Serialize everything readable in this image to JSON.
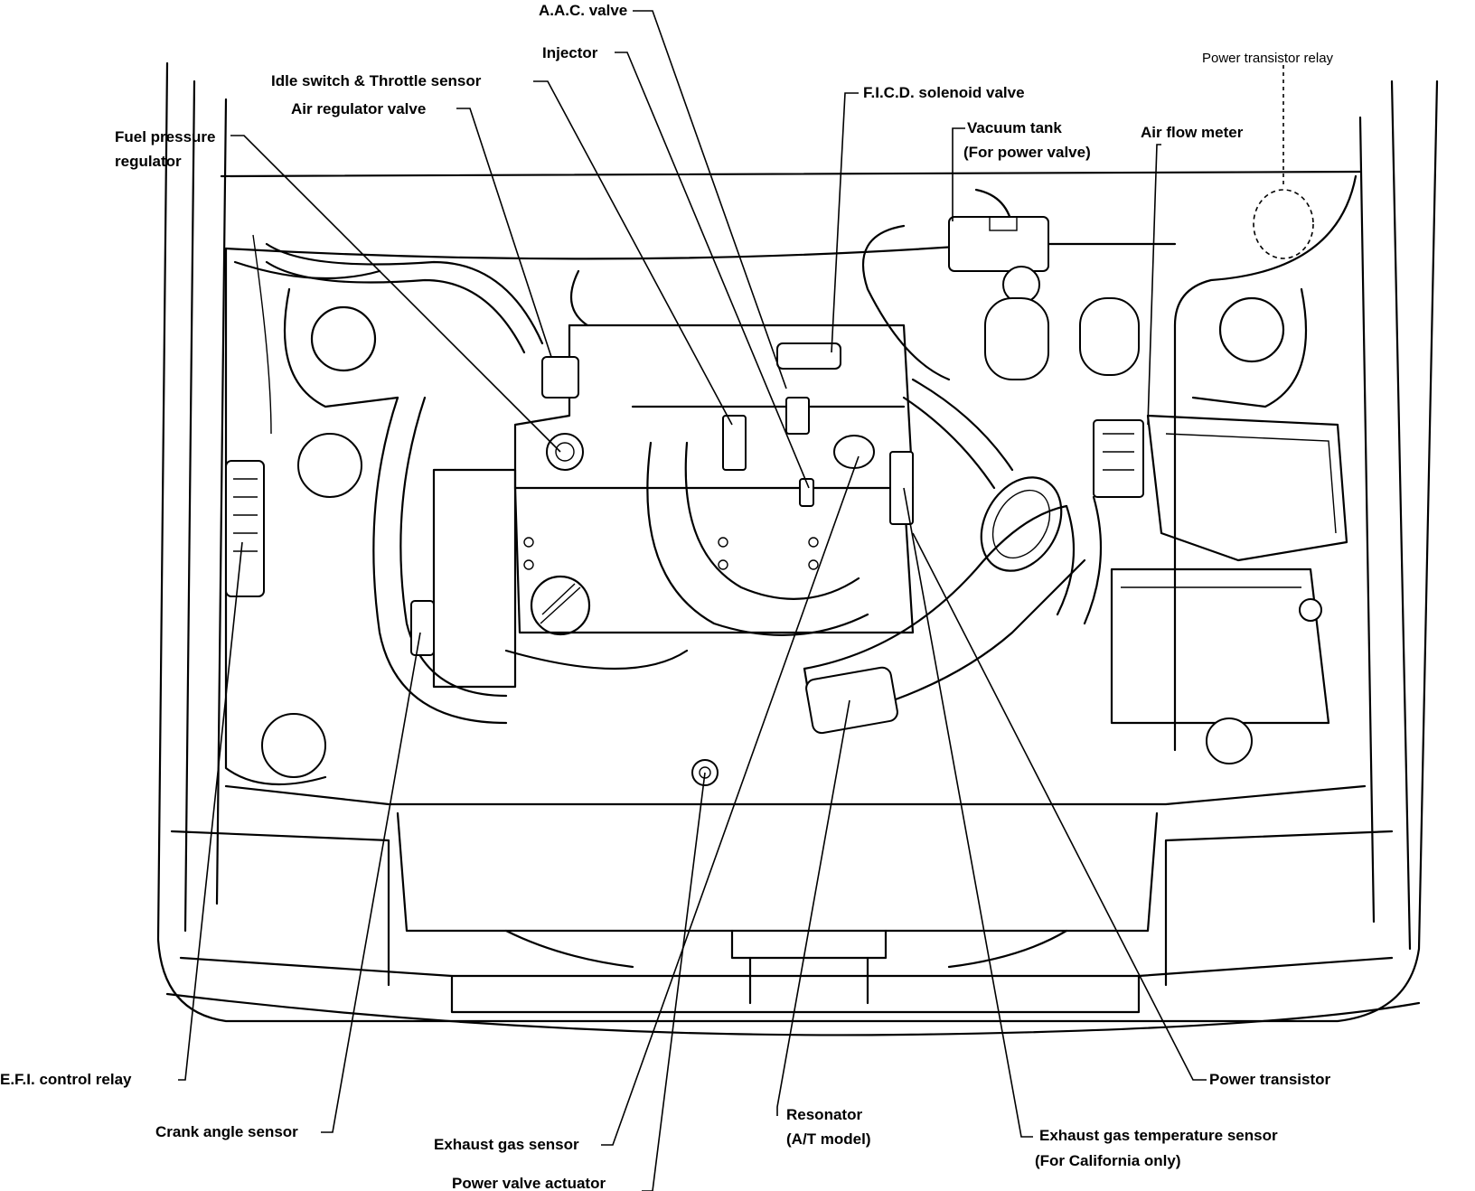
{
  "labels": {
    "aac_valve": "A.A.C. valve",
    "injector": "Injector",
    "idle_switch": "Idle switch & Throttle sensor",
    "air_regulator": "Air regulator valve",
    "fuel_pressure_1": "Fuel pressure",
    "fuel_pressure_2": "regulator",
    "ficd": "F.I.C.D. solenoid valve",
    "vacuum_tank_1": "Vacuum tank",
    "vacuum_tank_2": "(For power valve)",
    "air_flow_meter": "Air flow meter",
    "power_transistor_relay": "Power transistor relay",
    "efi_relay": "E.F.I. control relay",
    "crank_angle": "Crank angle sensor",
    "exhaust_gas_sensor": "Exhaust gas sensor",
    "power_valve_actuator": "Power valve actuator",
    "resonator_1": "Resonator",
    "resonator_2": "(A/T model)",
    "egt_sensor_1": "Exhaust gas temperature sensor",
    "egt_sensor_2": "(For California only)",
    "power_transistor": "Power transistor"
  }
}
